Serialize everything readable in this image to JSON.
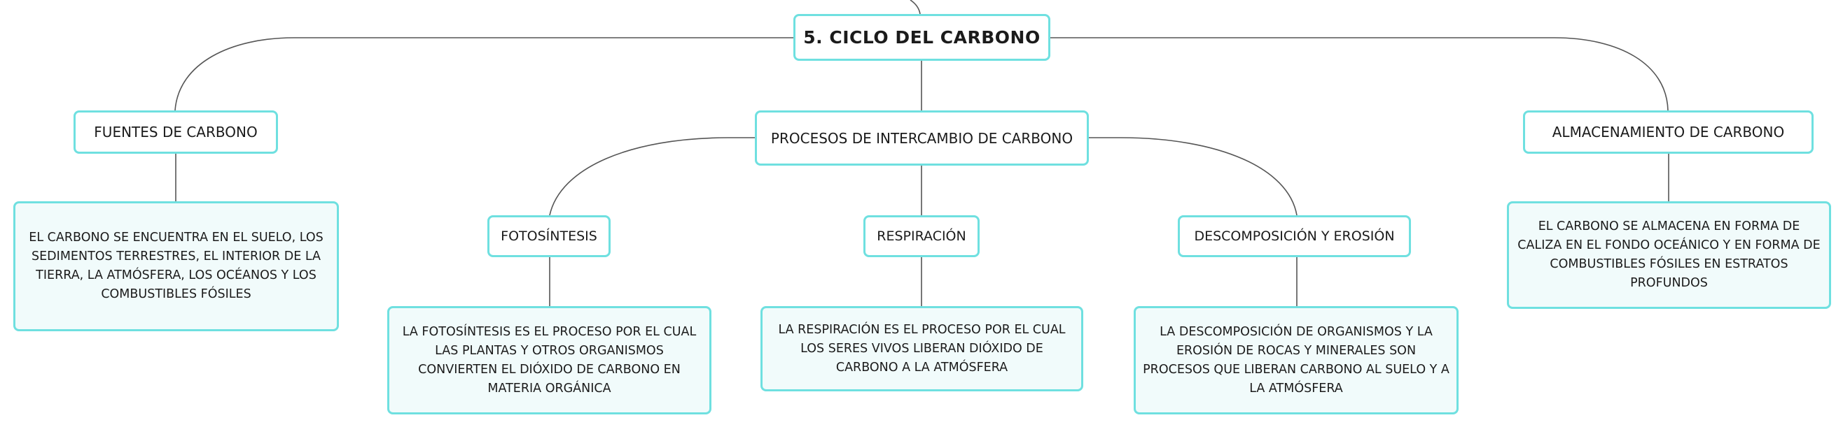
{
  "colors": {
    "border": "#6fe0e0",
    "detail_fill": "#f1fbfb",
    "line": "#555555"
  },
  "root": {
    "label": "5. CICLO DEL CARBONO"
  },
  "branches": {
    "sources": {
      "label": "FUENTES DE CARBONO",
      "description": "EL CARBONO SE ENCUENTRA EN EL SUELO, LOS SEDIMENTOS TERRESTRES, EL INTERIOR DE LA TIERRA, LA ATMÓSFERA, LOS OCÉANOS Y LOS COMBUSTIBLES FÓSILES"
    },
    "exchange": {
      "label": "PROCESOS DE INTERCAMBIO DE CARBONO",
      "photosynthesis": {
        "label": "FOTOSÍNTESIS",
        "description": "LA FOTOSÍNTESIS ES EL PROCESO POR EL CUAL LAS PLANTAS Y OTROS ORGANISMOS CONVIERTEN EL DIÓXIDO DE CARBONO EN MATERIA ORGÁNICA"
      },
      "respiration": {
        "label": "RESPIRACIÓN",
        "description": "LA RESPIRACIÓN ES EL PROCESO POR EL CUAL LOS SERES VIVOS LIBERAN DIÓXIDO DE CARBONO A LA ATMÓSFERA"
      },
      "decomposition": {
        "label": "DESCOMPOSICIÓN Y EROSIÓN",
        "description": "LA DESCOMPOSICIÓN DE ORGANISMOS Y LA EROSIÓN DE ROCAS Y MINERALES SON PROCESOS QUE LIBERAN CARBONO AL SUELO Y A LA ATMÓSFERA"
      }
    },
    "storage": {
      "label": "ALMACENAMIENTO DE CARBONO",
      "description": "EL CARBONO SE ALMACENA EN FORMA DE CALIZA EN EL FONDO OCEÁNICO Y EN FORMA DE COMBUSTIBLES FÓSILES EN ESTRATOS PROFUNDOS"
    }
  }
}
